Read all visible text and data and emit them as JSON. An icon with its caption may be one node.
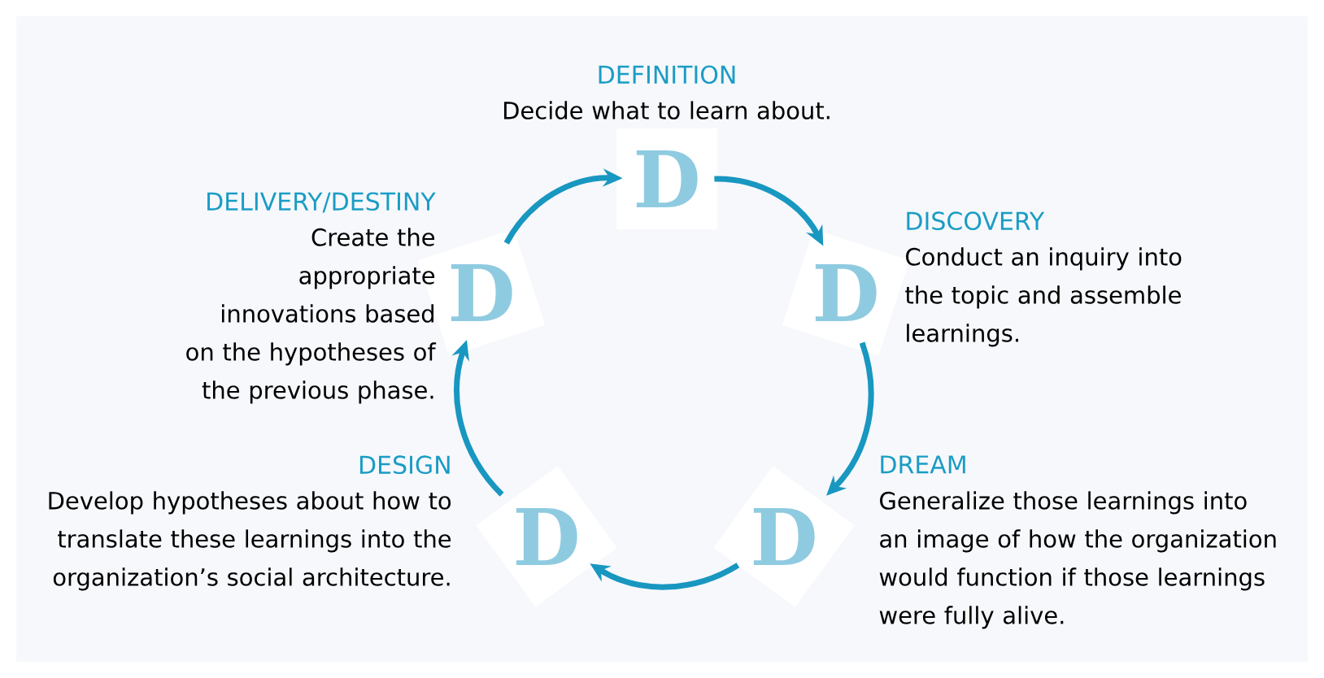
{
  "diagram": {
    "nodes": [
      {
        "text": [
          "D"
        ],
        "beside": [
          "DEFINITION",
          "Decide what to learn about."
        ]
      },
      {
        "text": [
          "D"
        ],
        "beside": [
          "DISCOVERY",
          "Conduct an inquiry into the topic and assemble learnings."
        ]
      },
      {
        "text": [
          "D"
        ],
        "beside": [
          "DREAM",
          "Generalize those learnings into an image of how the organization would function if those learnings were fully alive."
        ]
      },
      {
        "text": [
          "D"
        ],
        "beside": [
          "DESIGN",
          "Develop hypotheses about how to translate these learnings into the organization’s social architecture."
        ]
      },
      {
        "text": [
          "D"
        ],
        "beside": [
          "DELIVERY/DESTINY",
          "Create the appropriate innovations based on the hypotheses of the previous phase."
        ]
      }
    ],
    "edges": [
      {
        "from": 0,
        "to": 1,
        "arrow": "to"
      },
      {
        "from": 1,
        "to": 2,
        "arrow": "to"
      },
      {
        "from": 2,
        "to": 3,
        "arrow": "to"
      },
      {
        "from": 3,
        "to": 4,
        "arrow": "to"
      },
      {
        "from": 4,
        "to": 0,
        "arrow": "to"
      }
    ]
  }
}
